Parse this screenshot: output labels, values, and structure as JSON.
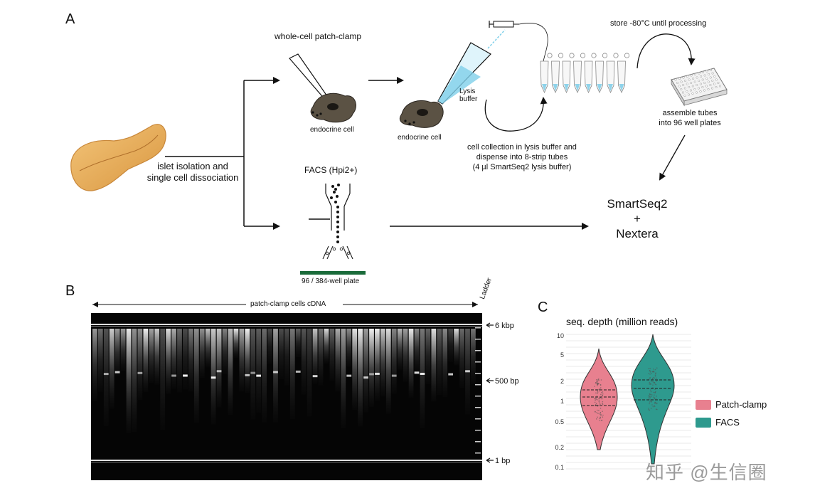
{
  "panels": {
    "a": "A",
    "b": "B",
    "c": "C"
  },
  "panel_a": {
    "islet_label_line1": "islet isolation and",
    "islet_label_line2": "single cell dissociation",
    "patch_label": "whole-cell patch-clamp",
    "endocrine_cell_1": "endocrine cell",
    "endocrine_cell_2": "endocrine cell",
    "lysis_line1": "Lysis",
    "lysis_line2": "buffer",
    "collection_line1": "cell collection in lysis buffer and",
    "collection_line2": "dispense into 8-strip tubes",
    "collection_line3": "(4 µl SmartSeq2 lysis buffer)",
    "store_label": "store -80°C until processing",
    "assemble_line1": "assemble tubes",
    "assemble_line2": "into 96 well plates",
    "facs_label": "FACS (Hpi2+)",
    "plate_label": "96 / 384-well plate",
    "smartseq_line1": "SmartSeq2",
    "smartseq_line2": "+",
    "smartseq_line3": "Nextera",
    "plate_bar_color": "#1a6b3a"
  },
  "panel_b": {
    "header": "patch-clamp cells cDNA",
    "ladder": "Ladder",
    "markers": [
      "6 kbp",
      "500 bp",
      "1 bp"
    ]
  },
  "panel_c": {
    "title": "seq. depth (million reads)",
    "y_ticks": [
      "10",
      "5",
      "2",
      "1",
      "0.5",
      "0.2",
      "0.1"
    ],
    "legend": [
      {
        "label": "Patch-clamp",
        "color": "#e8808f"
      },
      {
        "label": "FACS",
        "color": "#2e9a8e"
      }
    ]
  },
  "watermark": "知乎 @生信圈"
}
